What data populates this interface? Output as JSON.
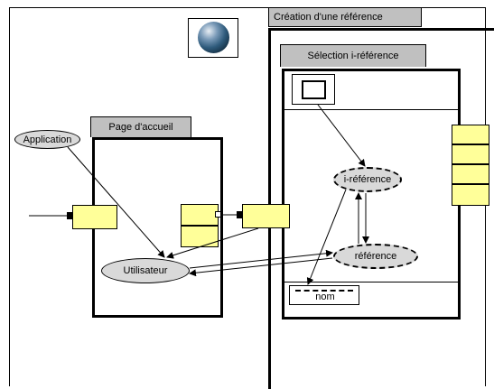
{
  "frames": {
    "creation_title": "Création d'une référence",
    "selection_title": "Sélection i-référence",
    "accueil_title": "Page d'accueil"
  },
  "nodes": {
    "application": "Application",
    "utilisateur": "Utilisateur",
    "i_reference": "i-référence",
    "reference": "référence",
    "nom": "nom"
  },
  "image": {
    "icon": "earth-globe-icon"
  },
  "colors": {
    "label_bg": "#c0c0c0",
    "tab_fill": "#ffff99",
    "node_fill": "#d9d9d9"
  }
}
